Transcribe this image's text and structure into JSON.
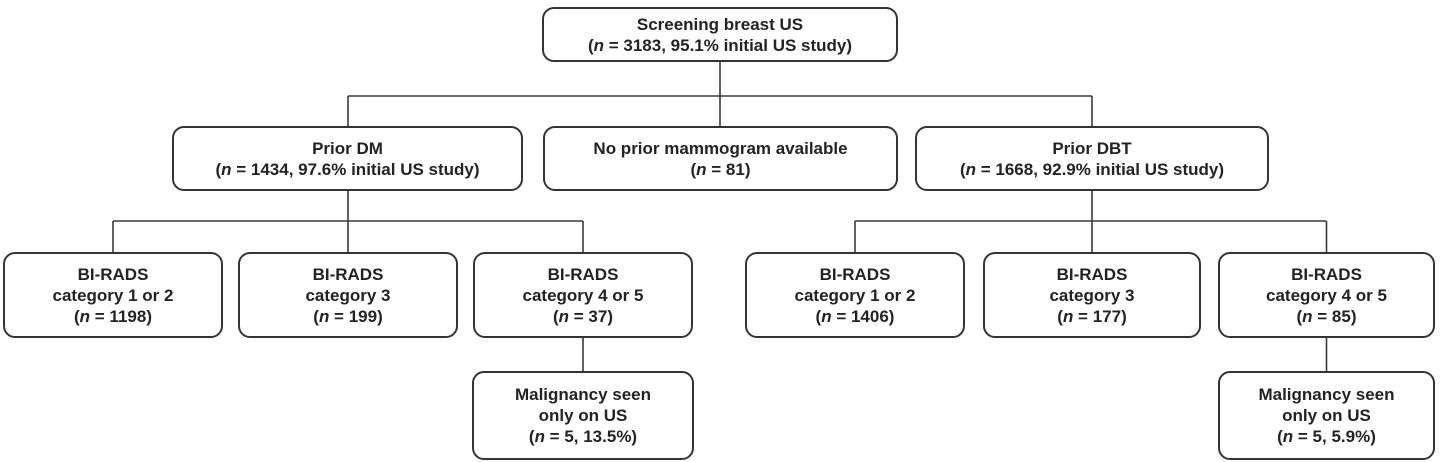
{
  "colors": {
    "background": "#ffffff",
    "text": "#232323",
    "border": "#343434",
    "line": "#3a3a3a"
  },
  "nodes": {
    "root": {
      "line1": "Screening breast US",
      "stat": {
        "pre": "(",
        "n": "n",
        "post": " = 3183, 95.1% initial US study)"
      }
    },
    "prior_dm": {
      "line1": "Prior DM",
      "stat": {
        "pre": "(",
        "n": "n",
        "post": " = 1434, 97.6% initial US study)"
      }
    },
    "no_prior_mammogram": {
      "line1": "No prior mammogram available",
      "stat": {
        "pre": "(",
        "n": "n",
        "post": " = 81)"
      }
    },
    "prior_dbt": {
      "line1": "Prior DBT",
      "stat": {
        "pre": "(",
        "n": "n",
        "post": " = 1668, 92.9% initial US study)"
      }
    },
    "dm_birads_1_2": {
      "line1": "BI-RADS",
      "line2": "category 1 or 2",
      "stat": {
        "pre": "(",
        "n": "n",
        "post": " = 1198)"
      }
    },
    "dm_birads_3": {
      "line1": "BI-RADS",
      "line2": "category 3",
      "stat": {
        "pre": "(",
        "n": "n",
        "post": " = 199)"
      }
    },
    "dm_birads_4_5": {
      "line1": "BI-RADS",
      "line2": "category 4 or 5",
      "stat": {
        "pre": "(",
        "n": "n",
        "post": " = 37)"
      }
    },
    "dbt_birads_1_2": {
      "line1": "BI-RADS",
      "line2": "category 1 or 2",
      "stat": {
        "pre": "(",
        "n": "n",
        "post": " = 1406)"
      }
    },
    "dbt_birads_3": {
      "line1": "BI-RADS",
      "line2": "category 3",
      "stat": {
        "pre": "(",
        "n": "n",
        "post": " = 177)"
      }
    },
    "dbt_birads_4_5": {
      "line1": "BI-RADS",
      "line2": "category 4 or 5",
      "stat": {
        "pre": "(",
        "n": "n",
        "post": " = 85)"
      }
    },
    "dm_malignancy": {
      "line1": "Malignancy seen",
      "line2": "only on US",
      "stat": {
        "pre": "(",
        "n": "n",
        "post": " = 5, 13.5%)"
      }
    },
    "dbt_malignancy": {
      "line1": "Malignancy seen",
      "line2": "only on US",
      "stat": {
        "pre": "(",
        "n": "n",
        "post": " = 5, 5.9%)"
      }
    }
  }
}
